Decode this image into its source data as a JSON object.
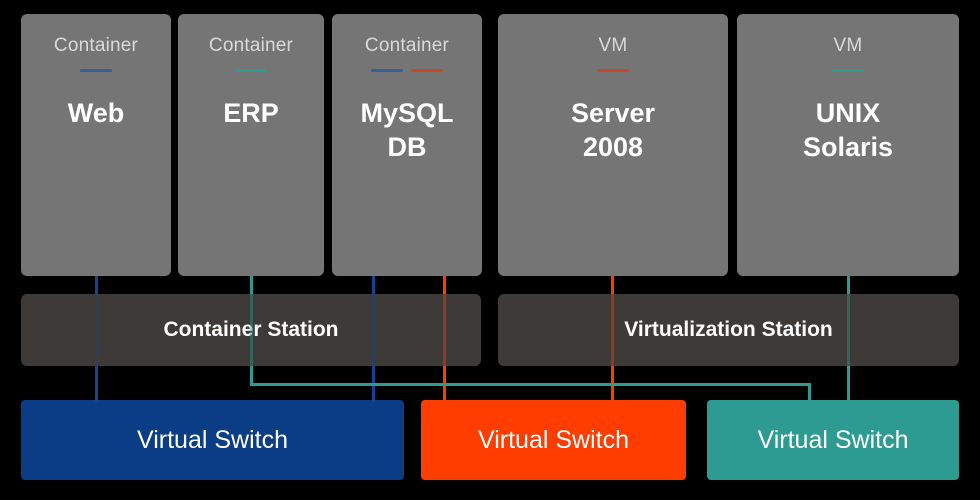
{
  "palette": {
    "background": "#000000",
    "card_fill": "#757575",
    "station_fill": "#3d3a38",
    "blue": "#0a3d85",
    "wire_blue": "#14448f",
    "orange": "#ff3d00",
    "teal": "#2e9b93",
    "wire_teal": "#2e9b93",
    "card_type_text": "#d9d9d9",
    "text_light": "#ffffff"
  },
  "workloads": [
    {
      "type": "Container",
      "name": "Web",
      "markers": [
        "#3a5f96"
      ]
    },
    {
      "type": "Container",
      "name": "ERP",
      "markers": [
        "#2e9b93"
      ]
    },
    {
      "type": "Container",
      "name": "MySQL\nDB",
      "markers": [
        "#3a5f96",
        "#c4492a"
      ]
    },
    {
      "type": "VM",
      "name": "Server\n2008",
      "markers": [
        "#c4492a"
      ]
    },
    {
      "type": "VM",
      "name": "UNIX\nSolaris",
      "markers": [
        "#2e9b93"
      ]
    }
  ],
  "stations": [
    {
      "label": "Container Station"
    },
    {
      "label": "Virtualization Station"
    }
  ],
  "switches": [
    {
      "label": "Virtual Switch",
      "color": "#0a3d85"
    },
    {
      "label": "Virtual Switch",
      "color": "#ff3d00"
    },
    {
      "label": "Virtual Switch",
      "color": "#2e9b93"
    }
  ]
}
